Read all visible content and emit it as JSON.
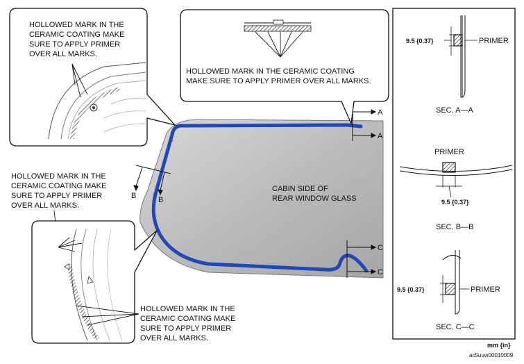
{
  "callouts": {
    "top_left": [
      "HOLLOWED MARK IN THE",
      "CERAMIC COATING MAKE",
      "SURE TO APPLY PRIMER",
      "OVER ALL MARKS."
    ],
    "top_center": [
      "HOLLOWED MARK IN THE CERAMIC COATING",
      "MAKE SURE TO APPLY PRIMER OVER ALL MARKS."
    ],
    "left_middle": [
      "HOLLOWED MARK IN THE",
      "CERAMIC COATING MAKE",
      "SURE TO APPLY PRIMER",
      "OVER ALL MARKS."
    ],
    "bottom": [
      "HOLLOWED MARK IN THE",
      "CERAMIC COATING MAKE",
      "SURE TO APPLY PRIMER",
      "OVER ALL MARKS."
    ]
  },
  "glass": {
    "label": [
      "CABIN SIDE OF",
      "REAR WINDOW GLASS"
    ]
  },
  "section_markers": {
    "a": "A",
    "b": "B",
    "c": "C"
  },
  "sections": {
    "a": {
      "dimension": "9.5 {0.37}",
      "primer": "PRIMER",
      "title": "SEC. A—A"
    },
    "b": {
      "dimension": "9.5 {0.37}",
      "primer": "PRIMER",
      "title": "SEC. B—B"
    },
    "c": {
      "dimension": "9.5 {0.37}",
      "primer": "PRIMER",
      "title": "SEC. C—C"
    }
  },
  "units": "mm {in}",
  "figure_code": "ac5uuw00010009",
  "colors": {
    "bead": "#1f48b8",
    "glass_fill": "#b4b4b4",
    "line": "#111111"
  }
}
